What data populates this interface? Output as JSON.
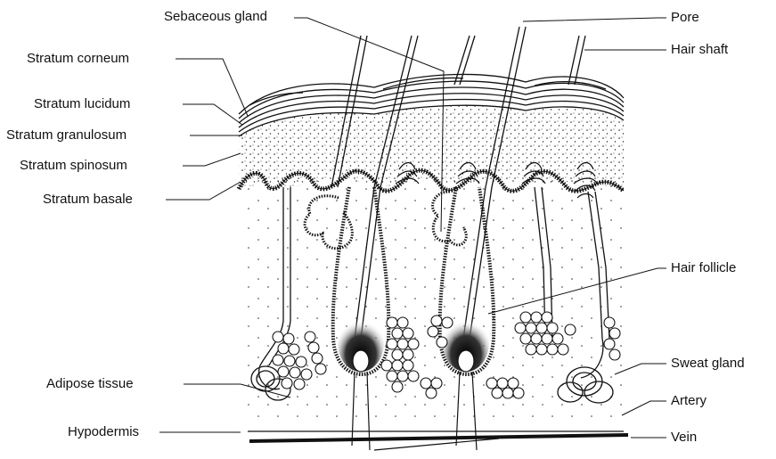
{
  "diagram": {
    "labels_left": {
      "stratum_corneum": "Stratum corneum",
      "stratum_lucidum": "Stratum lucidum",
      "stratum_granulosum": "Stratum granulosum",
      "stratum_spinosum": "Stratum spinosum",
      "stratum_basale": "Stratum basale",
      "adipose_tissue": "Adipose tissue",
      "hypodermis": "Hypodermis"
    },
    "labels_top": {
      "sebaceous_gland": "Sebaceous gland"
    },
    "labels_right": {
      "pore": "Pore",
      "hair_shaft": "Hair shaft",
      "hair_follicle": "Hair follicle",
      "sweat_gland": "Sweat gland",
      "artery": "Artery",
      "vein": "Vein"
    }
  }
}
